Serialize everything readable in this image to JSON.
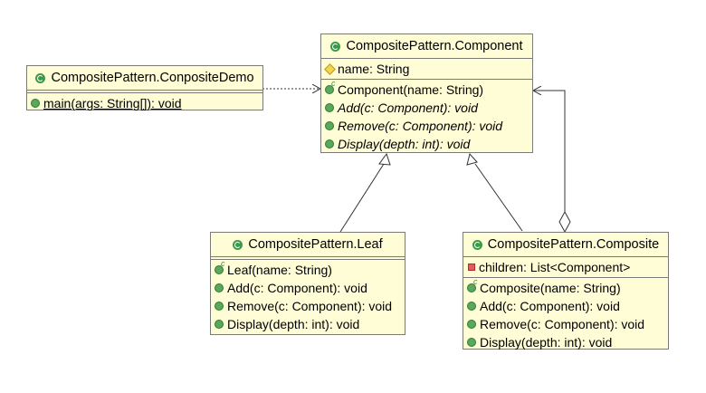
{
  "classes": {
    "demo": {
      "name": "CompositePattern.ConpositeDemo",
      "methods": [
        "main(args: String[]): void"
      ]
    },
    "component": {
      "name": "CompositePattern.Component",
      "fields": [
        "name: String"
      ],
      "methods": [
        "Component(name: String)",
        "Add(c: Component): void",
        "Remove(c: Component): void",
        "Display(depth: int): void"
      ]
    },
    "leaf": {
      "name": "CompositePattern.Leaf",
      "methods": [
        "Leaf(name: String)",
        "Add(c: Component): void",
        "Remove(c: Component): void",
        "Display(depth: int): void"
      ]
    },
    "composite": {
      "name": "CompositePattern.Composite",
      "fields": [
        "children: List<Component>"
      ],
      "methods": [
        "Composite(name: String)",
        "Add(c: Component): void",
        "Remove(c: Component): void",
        "Display(depth: int): void"
      ]
    }
  },
  "colors": {
    "class_fill": "#fffdd6",
    "class_border": "#7a7a7a",
    "class_icon": "#3c9a4a",
    "public_icon": "#59a85c",
    "protected_icon": "#f0d64a",
    "private_icon": "#e75a5a",
    "connector": "#333333"
  },
  "icons": {
    "class": "class-icon",
    "public_method": "public-method-icon",
    "constructor": "constructor-icon",
    "protected_field": "protected-field-icon",
    "private_field": "private-field-icon"
  }
}
